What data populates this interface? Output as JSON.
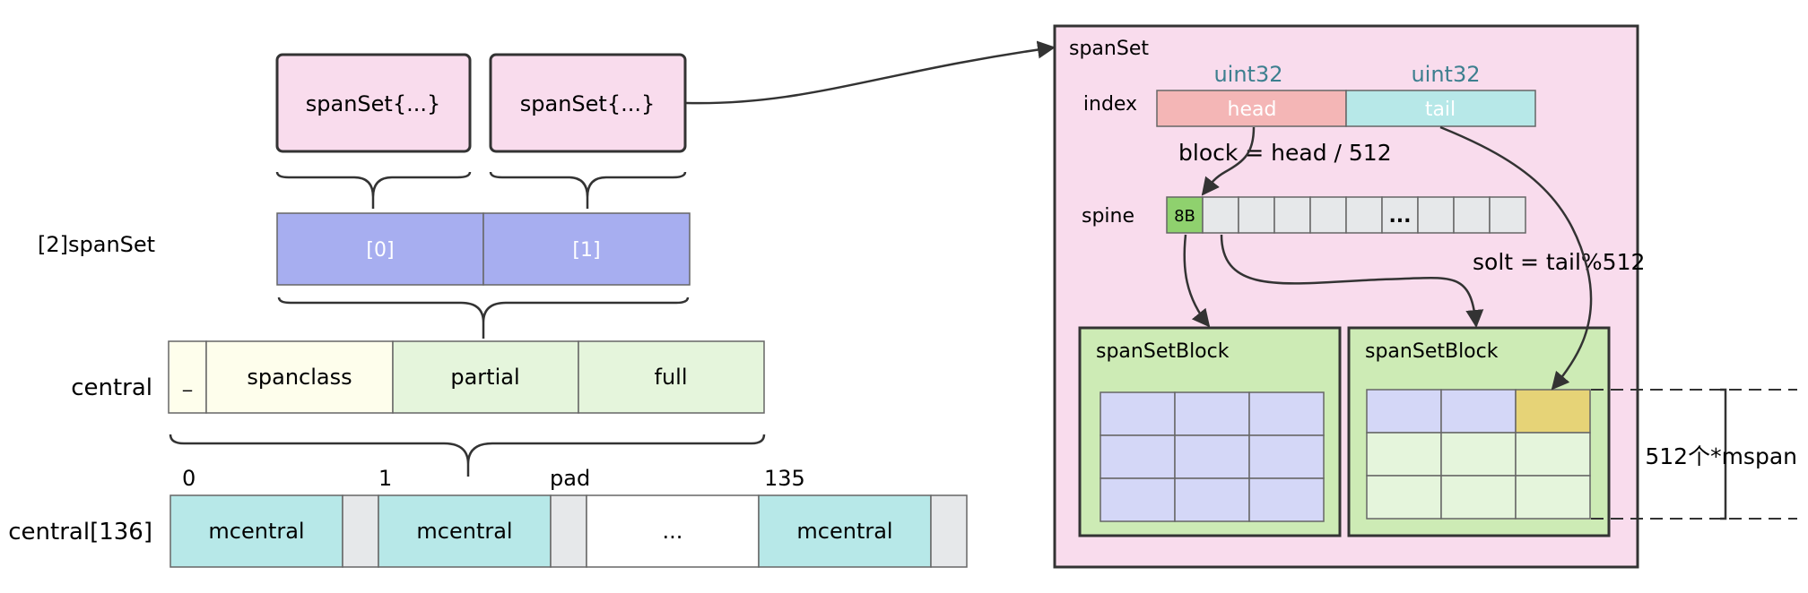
{
  "left": {
    "top_boxes": [
      "spanSet{...}",
      "spanSet{...}"
    ],
    "spanset_array": {
      "label": "[2]spanSet",
      "cells": [
        "[0]",
        "[1]"
      ]
    },
    "central": {
      "label": "central",
      "cells": [
        "_",
        "spanclass",
        "partial",
        "full"
      ]
    },
    "central_array": {
      "label": "central[136]",
      "indices": [
        "0",
        "1",
        "pad",
        "135"
      ],
      "cells": [
        "mcentral",
        "",
        "mcentral",
        "",
        "...",
        "mcentral",
        ""
      ]
    }
  },
  "right": {
    "title": "spanSet",
    "index": {
      "label": "index",
      "types": [
        "uint32",
        "uint32"
      ],
      "fields": [
        "head",
        "tail"
      ]
    },
    "block_formula": "block = head / 512",
    "spine": {
      "label": "spine",
      "first_cell": "8B",
      "ellipsis": "..."
    },
    "slot_formula": "solt = tail%512",
    "blocks": [
      "spanSetBlock",
      "spanSetBlock"
    ],
    "size_note": "512个*mspan"
  },
  "colors": {
    "pink_box": "#f9dced",
    "purple_cell": "#a7aef0",
    "light_yellow": "#fefeec",
    "light_green": "#e5f5dc",
    "teal": "#b7e8e8",
    "gray": "#e6e8ea",
    "head_red": "#f4b6b6",
    "block_green": "#cdebb5",
    "grid_purple": "#d4d7f7",
    "highlight_gold": "#e6d377",
    "spine_green": "#8fd16e",
    "type_label": "#3d7f8f"
  }
}
